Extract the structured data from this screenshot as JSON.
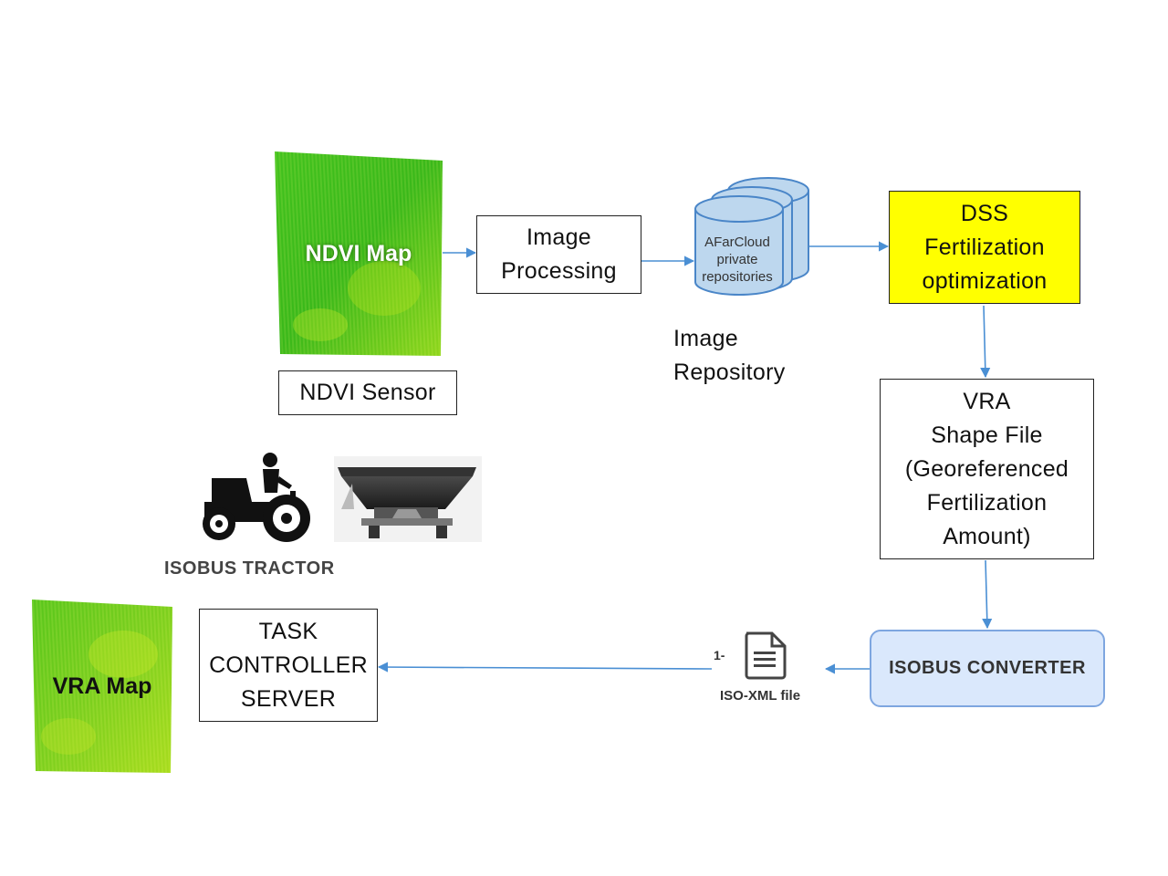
{
  "ndvi_map": {
    "label": "NDVI Map"
  },
  "ndvi_sensor": {
    "label": "NDVI Sensor"
  },
  "image_processing": {
    "lines": [
      "Image",
      "Processing"
    ]
  },
  "repository": {
    "db_lines": [
      "AFarCloud",
      "private",
      "repositories"
    ],
    "caption_lines": [
      "Image",
      "Repository"
    ]
  },
  "dss": {
    "lines": [
      "DSS",
      "Fertilization",
      "optimization"
    ]
  },
  "vra_shape": {
    "lines": [
      "VRA",
      "Shape File",
      "(Georeferenced",
      "Fertilization",
      "Amount)"
    ]
  },
  "isobus_tractor": {
    "label": "ISOBUS TRACTOR"
  },
  "isobus_converter": {
    "label": "ISOBUS CONVERTER"
  },
  "iso_xml": {
    "prefix": "1-",
    "label": "ISO-XML file"
  },
  "task_controller": {
    "lines": [
      "TASK",
      "CONTROLLER",
      "SERVER"
    ]
  },
  "vra_map": {
    "label": "VRA Map"
  },
  "colors": {
    "arrow": "#4a8fd4",
    "dss_fill": "#ffff00",
    "db_fill": "#bdd7ee",
    "db_stroke": "#4a86c8",
    "converter_fill": "#dae8fc",
    "converter_stroke": "#7ea6e0",
    "map_green": "#3fbf1f"
  }
}
